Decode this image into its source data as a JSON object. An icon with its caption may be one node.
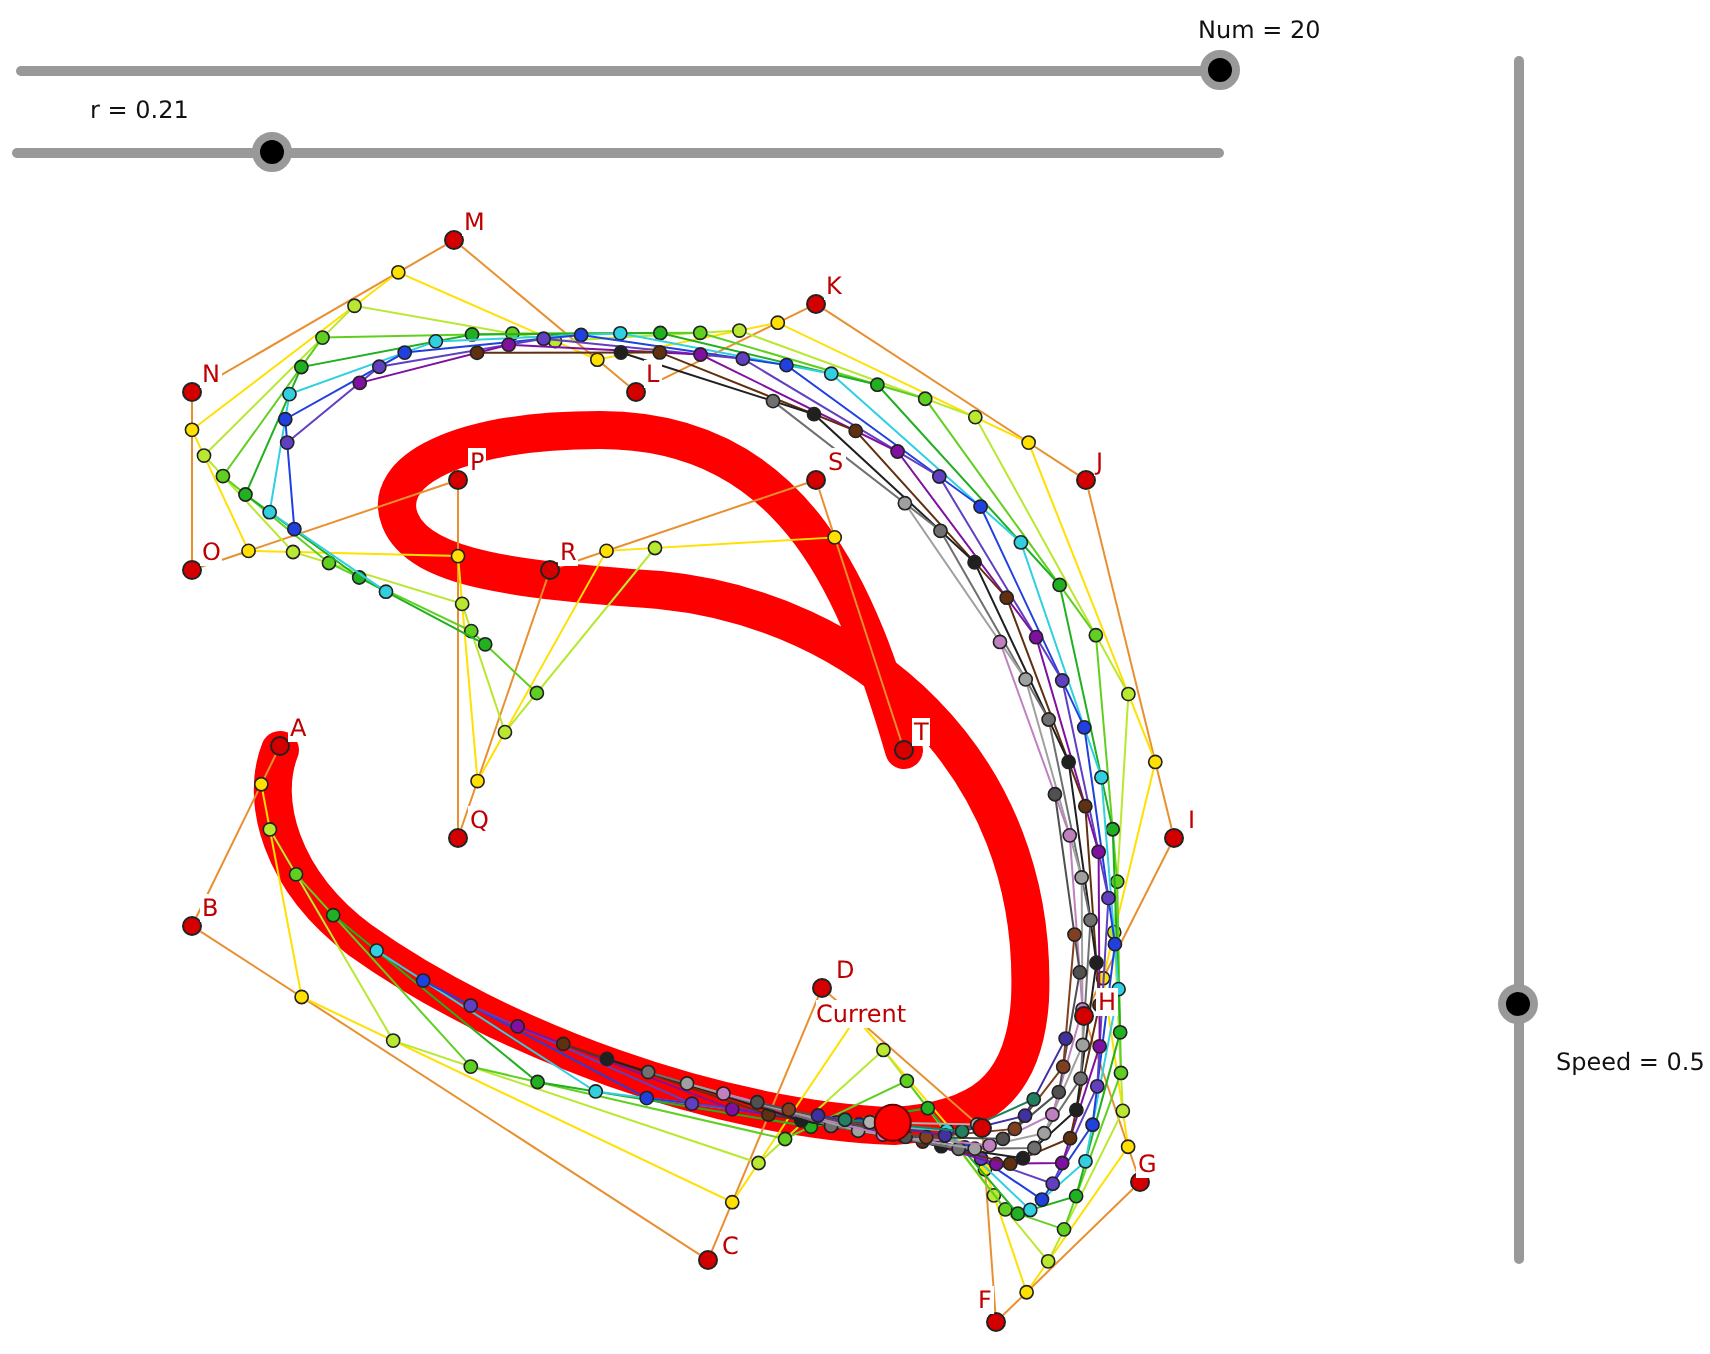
{
  "diagram": {
    "nodes": [
      {
        "text": [],
        "shape": "circle",
        "beside": [
          "A"
        ]
      },
      {
        "text": [],
        "shape": "circle",
        "beside": [
          "B"
        ]
      },
      {
        "text": [],
        "shape": "circle",
        "beside": [
          "C"
        ]
      },
      {
        "text": [],
        "shape": "circle",
        "beside": [
          "D"
        ]
      },
      {
        "text": [],
        "shape": "circle"
      },
      {
        "text": [],
        "shape": "circle",
        "beside": [
          "F"
        ]
      },
      {
        "text": [],
        "shape": "circle",
        "beside": [
          "G"
        ]
      },
      {
        "text": [],
        "shape": "circle",
        "beside": [
          "H"
        ]
      },
      {
        "text": [],
        "shape": "circle",
        "beside": [
          "I"
        ]
      },
      {
        "text": [],
        "shape": "circle",
        "beside": [
          "J"
        ]
      },
      {
        "text": [],
        "shape": "circle",
        "beside": [
          "K"
        ]
      },
      {
        "text": [],
        "shape": "circle",
        "beside": [
          "L"
        ]
      },
      {
        "text": [],
        "shape": "circle",
        "beside": [
          "M"
        ]
      },
      {
        "text": [],
        "shape": "circle",
        "beside": [
          "N"
        ]
      },
      {
        "text": [],
        "shape": "circle",
        "beside": [
          "O"
        ]
      },
      {
        "text": [],
        "shape": "circle",
        "beside": [
          "P"
        ]
      },
      {
        "text": [],
        "shape": "circle",
        "beside": [
          "Q"
        ]
      },
      {
        "text": [],
        "shape": "circle",
        "beside": [
          "R"
        ]
      },
      {
        "text": [],
        "shape": "circle",
        "beside": [
          "S"
        ]
      },
      {
        "text": [],
        "shape": "circle",
        "beside": [
          "T"
        ]
      }
    ],
    "edges": [
      {
        "from": 0,
        "to": 1,
        "arrow": "none"
      },
      {
        "from": 1,
        "to": 2,
        "arrow": "none"
      },
      {
        "from": 2,
        "to": 3,
        "arrow": "none"
      },
      {
        "from": 3,
        "to": 4,
        "arrow": "none"
      },
      {
        "from": 4,
        "to": 5,
        "arrow": "none"
      },
      {
        "from": 5,
        "to": 6,
        "arrow": "none"
      },
      {
        "from": 6,
        "to": 7,
        "arrow": "none"
      },
      {
        "from": 7,
        "to": 8,
        "arrow": "none"
      },
      {
        "from": 8,
        "to": 9,
        "arrow": "none"
      },
      {
        "from": 9,
        "to": 10,
        "arrow": "none"
      },
      {
        "from": 10,
        "to": 11,
        "arrow": "none"
      },
      {
        "from": 11,
        "to": 12,
        "arrow": "none"
      },
      {
        "from": 12,
        "to": 13,
        "arrow": "none"
      },
      {
        "from": 13,
        "to": 14,
        "arrow": "none"
      },
      {
        "from": 14,
        "to": 15,
        "arrow": "none"
      },
      {
        "from": 15,
        "to": 16,
        "arrow": "none"
      },
      {
        "from": 16,
        "to": 17,
        "arrow": "none"
      },
      {
        "from": 17,
        "to": 18,
        "arrow": "none"
      },
      {
        "from": 18,
        "to": 19,
        "arrow": "none"
      }
    ],
    "labels": [
      "Num = 20",
      "r = 0.21",
      "Current",
      "Speed = 0.5"
    ]
  }
}
